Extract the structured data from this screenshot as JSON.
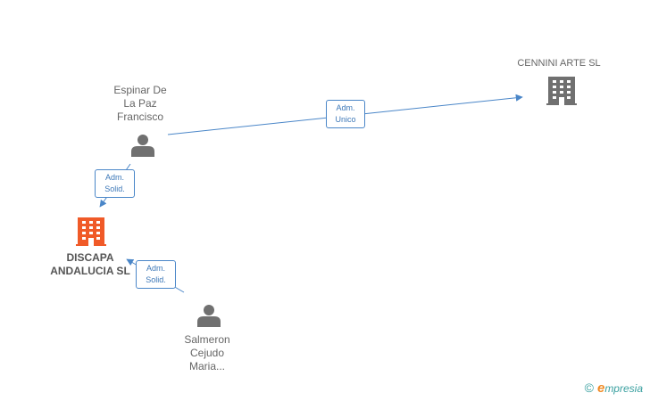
{
  "nodes": {
    "espinar": {
      "type": "person",
      "label_lines": [
        "Espinar De",
        "La Paz",
        "Francisco"
      ]
    },
    "cennini": {
      "type": "company",
      "label_lines": [
        "CENNINI ARTE SL"
      ]
    },
    "discapa": {
      "type": "company",
      "label_lines": [
        "DISCAPA",
        "ANDALUCIA SL"
      ],
      "highlight": true
    },
    "salmeron": {
      "type": "person",
      "label_lines": [
        "Salmeron",
        "Cejudo",
        "Maria..."
      ]
    }
  },
  "edges": [
    {
      "from": "espinar",
      "to": "cennini",
      "label_lines": [
        "Adm.",
        "Unico"
      ]
    },
    {
      "from": "espinar",
      "to": "discapa",
      "label_lines": [
        "Adm.",
        "Solid."
      ]
    },
    {
      "from": "salmeron",
      "to": "discapa",
      "label_lines": [
        "Adm.",
        "Solid."
      ]
    }
  ],
  "colors": {
    "edge": "#4a86c8",
    "person_icon": "#707070",
    "company_icon": "#707070",
    "company_highlight": "#f05a28"
  },
  "watermark": {
    "copyright": "©",
    "brand_first": "e",
    "brand_rest": "mpresia"
  }
}
